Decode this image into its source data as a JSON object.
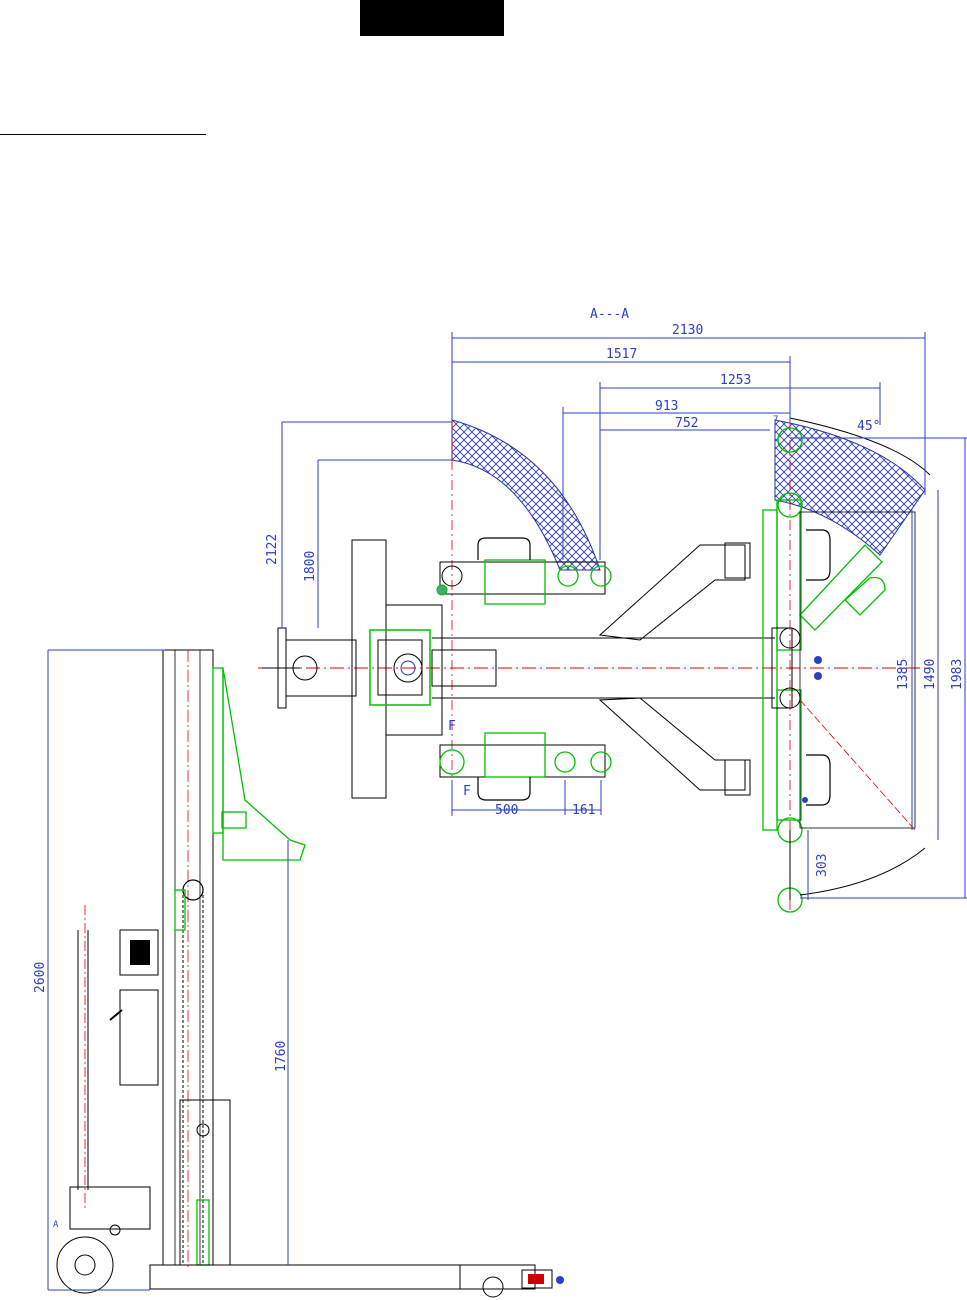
{
  "section_label": "A---A",
  "angle_label": "45°",
  "dims_horizontal": {
    "d2130": "2130",
    "d1517": "1517",
    "d1253": "1253",
    "d913": "913",
    "d752": "752",
    "d500": "500",
    "d161": "161"
  },
  "dims_vertical": {
    "d2122": "2122",
    "d1800": "1800",
    "d1385": "1385",
    "d1490": "1490",
    "d1983": "1983",
    "d303": "303",
    "d2600": "2600",
    "d1760": "1760"
  },
  "markers": {
    "f_upper": "F",
    "f_lower": "F",
    "a_side": "A",
    "mark_7": "7"
  },
  "colors": {
    "dimension": "#2a3fc4",
    "outline": "#000000",
    "highlight": "#00c000",
    "centerline": "#e00000",
    "hatch": "#2233aa"
  }
}
